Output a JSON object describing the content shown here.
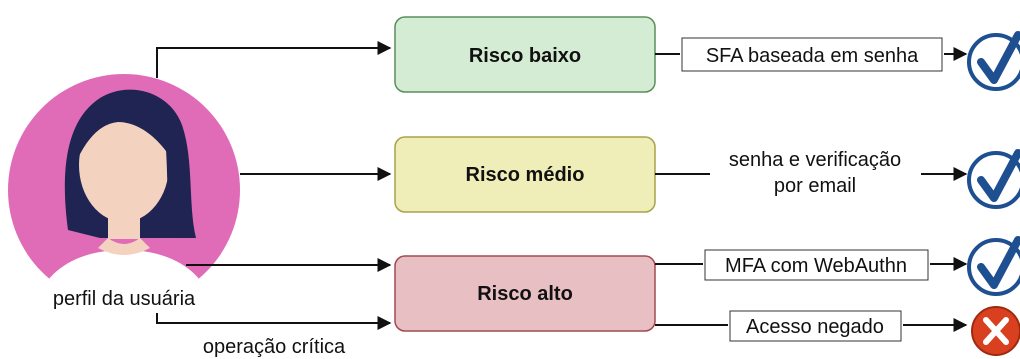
{
  "user": {
    "label": "perfil da usuária"
  },
  "critical_operation": {
    "label": "operação crítica"
  },
  "risk_levels": [
    {
      "label": "Risco baixo",
      "fill": "#d5ecd4",
      "stroke": "#5a8f5a",
      "method": [
        "SFA baseada em senha"
      ],
      "outcome": "check-icon"
    },
    {
      "label": "Risco médio",
      "fill": "#f0eeb8",
      "stroke": "#a8a24a",
      "method": [
        "senha e verificação",
        "por email"
      ],
      "outcome": "check-icon"
    },
    {
      "label": "Risco alto",
      "fill": "#e8c0c3",
      "stroke": "#a04a4f",
      "method": [
        "MFA com WebAuthn"
      ],
      "outcome": "check-icon"
    }
  ],
  "denied": {
    "label": "Acesso negado",
    "outcome": "x-icon"
  },
  "colors": {
    "avatar_bg": "#e06cb8",
    "hair": "#1f2452",
    "skin": "#f4d2c0",
    "check": "#1d4f91",
    "deny": "#d9401f"
  }
}
